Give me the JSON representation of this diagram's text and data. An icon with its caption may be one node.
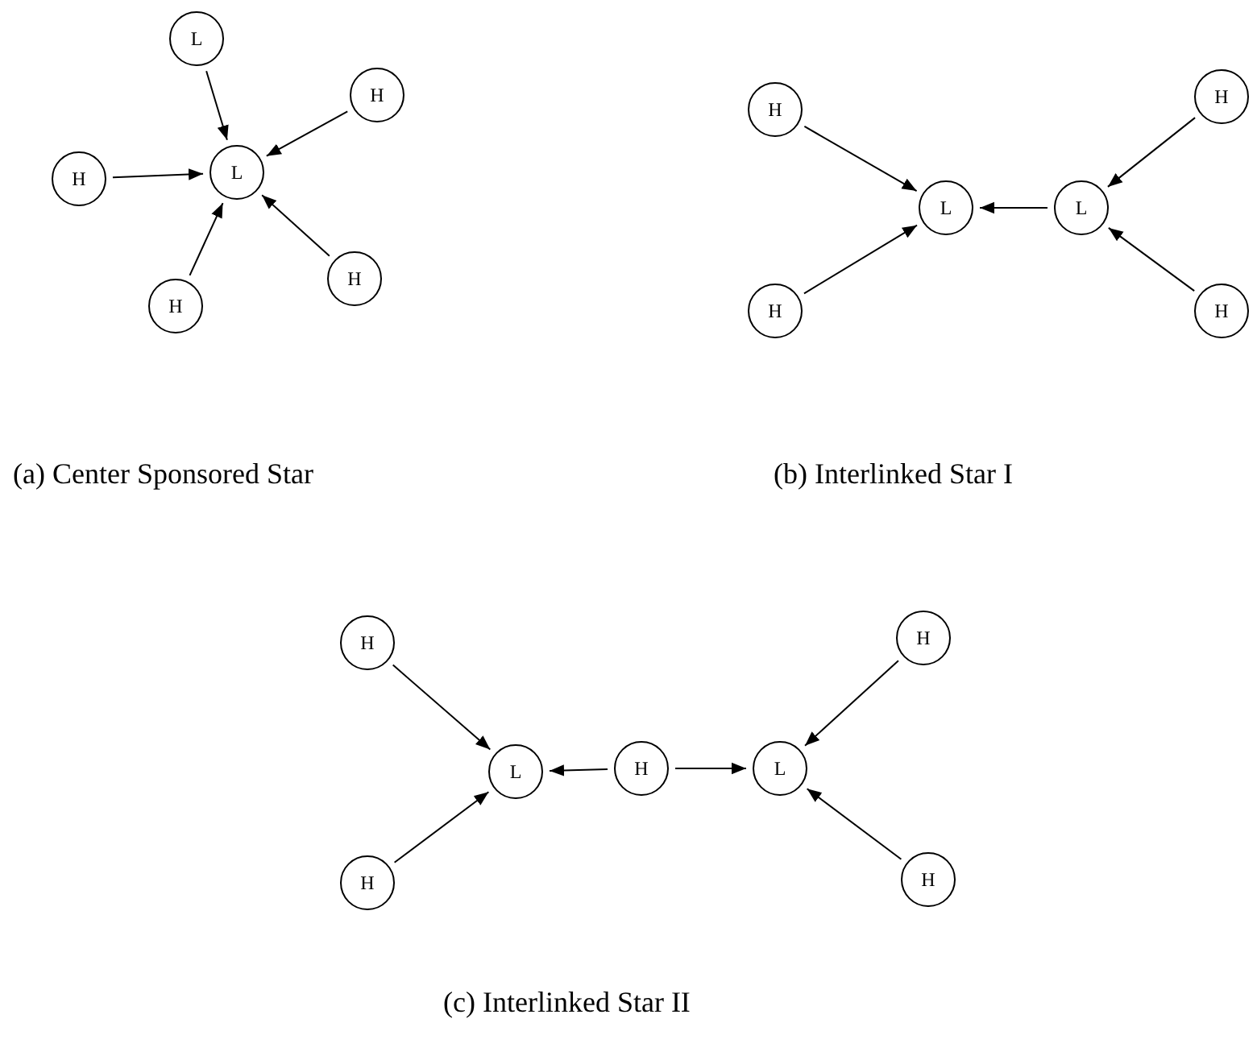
{
  "diagram": {
    "nodes": [
      {
        "text": [
          "L"
        ]
      },
      {
        "text": [
          "H"
        ]
      },
      {
        "text": [
          "H"
        ]
      },
      {
        "text": [
          "L"
        ]
      },
      {
        "text": [
          "H"
        ]
      },
      {
        "text": [
          "H"
        ]
      },
      {
        "text": [
          "H"
        ]
      },
      {
        "text": [
          "H"
        ]
      },
      {
        "text": [
          "L"
        ]
      },
      {
        "text": [
          "L"
        ]
      },
      {
        "text": [
          "H"
        ]
      },
      {
        "text": [
          "H"
        ]
      },
      {
        "text": [
          "H"
        ]
      },
      {
        "text": [
          "H"
        ]
      },
      {
        "text": [
          "L"
        ]
      },
      {
        "text": [
          "H"
        ]
      },
      {
        "text": [
          "L"
        ]
      },
      {
        "text": [
          "H"
        ]
      },
      {
        "text": [
          "H"
        ]
      }
    ],
    "edges": [
      {
        "from": 0,
        "to": 3,
        "arrow": "to"
      },
      {
        "from": 1,
        "to": 3,
        "arrow": "to"
      },
      {
        "from": 2,
        "to": 3,
        "arrow": "to"
      },
      {
        "from": 4,
        "to": 3,
        "arrow": "to"
      },
      {
        "from": 5,
        "to": 3,
        "arrow": "to"
      },
      {
        "from": 6,
        "to": 8,
        "arrow": "to"
      },
      {
        "from": 9,
        "to": 8,
        "arrow": "to"
      },
      {
        "from": 7,
        "to": 9,
        "arrow": "to"
      },
      {
        "from": 10,
        "to": 8,
        "arrow": "to"
      },
      {
        "from": 11,
        "to": 9,
        "arrow": "to"
      },
      {
        "from": 12,
        "to": 14,
        "arrow": "to"
      },
      {
        "from": 15,
        "to": 14,
        "arrow": "to"
      },
      {
        "from": 15,
        "to": 16,
        "arrow": "to"
      },
      {
        "from": 13,
        "to": 16,
        "arrow": "to"
      },
      {
        "from": 17,
        "to": 14,
        "arrow": "to"
      },
      {
        "from": 18,
        "to": 16,
        "arrow": "to"
      }
    ],
    "labels": [
      "(a) Center Sponsored Star",
      "(b) Interlinked Star I",
      "(c) Interlinked Star II"
    ]
  }
}
